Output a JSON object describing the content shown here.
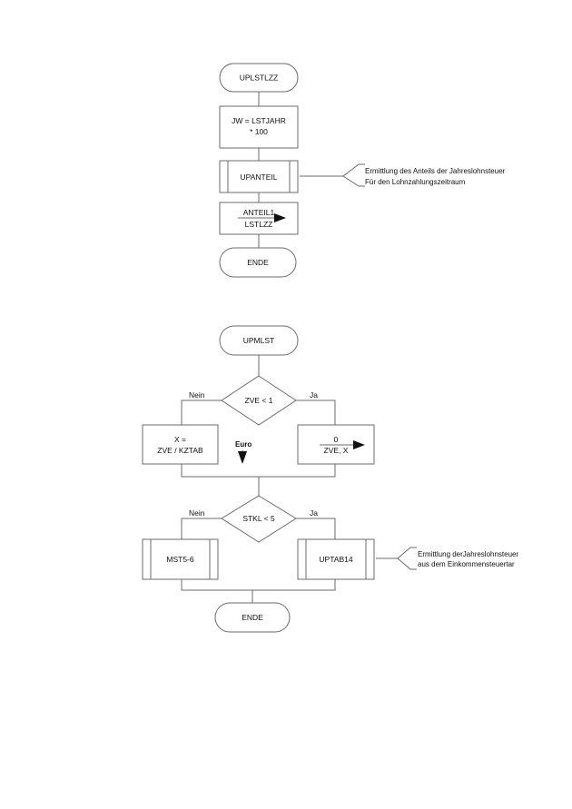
{
  "flow1": {
    "start": "UPLSTLZZ",
    "step1_line1": "JW = LSTJAHR",
    "step1_line2": "* 100",
    "subroutine": "UPANTEIL",
    "annotation_line1": "Ermittlung des Anteils der Jahreslohnsteuer",
    "annotation_line2": "Für den Lohnzahlungszeitraum",
    "assign_top": "ANTEIL1",
    "assign_bottom": "LSTLZZ",
    "end": "ENDE"
  },
  "flow2": {
    "start": "UPMLST",
    "decision1": "ZVE < 1",
    "decision1_no": "Nein",
    "decision1_yes": "Ja",
    "no_box_line1": "X =",
    "no_box_line2": "ZVE / KZTAB",
    "euro_label": "Euro",
    "yes_box_top": "0",
    "yes_box_bottom": "ZVE, X",
    "decision2": "STKL < 5",
    "decision2_no": "Nein",
    "decision2_yes": "Ja",
    "left_subroutine": "MST5-6",
    "right_subroutine": "UPTAB14",
    "annotation_line1": "Ermittlung derJahreslohnsteuer",
    "annotation_line2": "aus dem Einkommensteuertar",
    "end": "ENDE"
  }
}
